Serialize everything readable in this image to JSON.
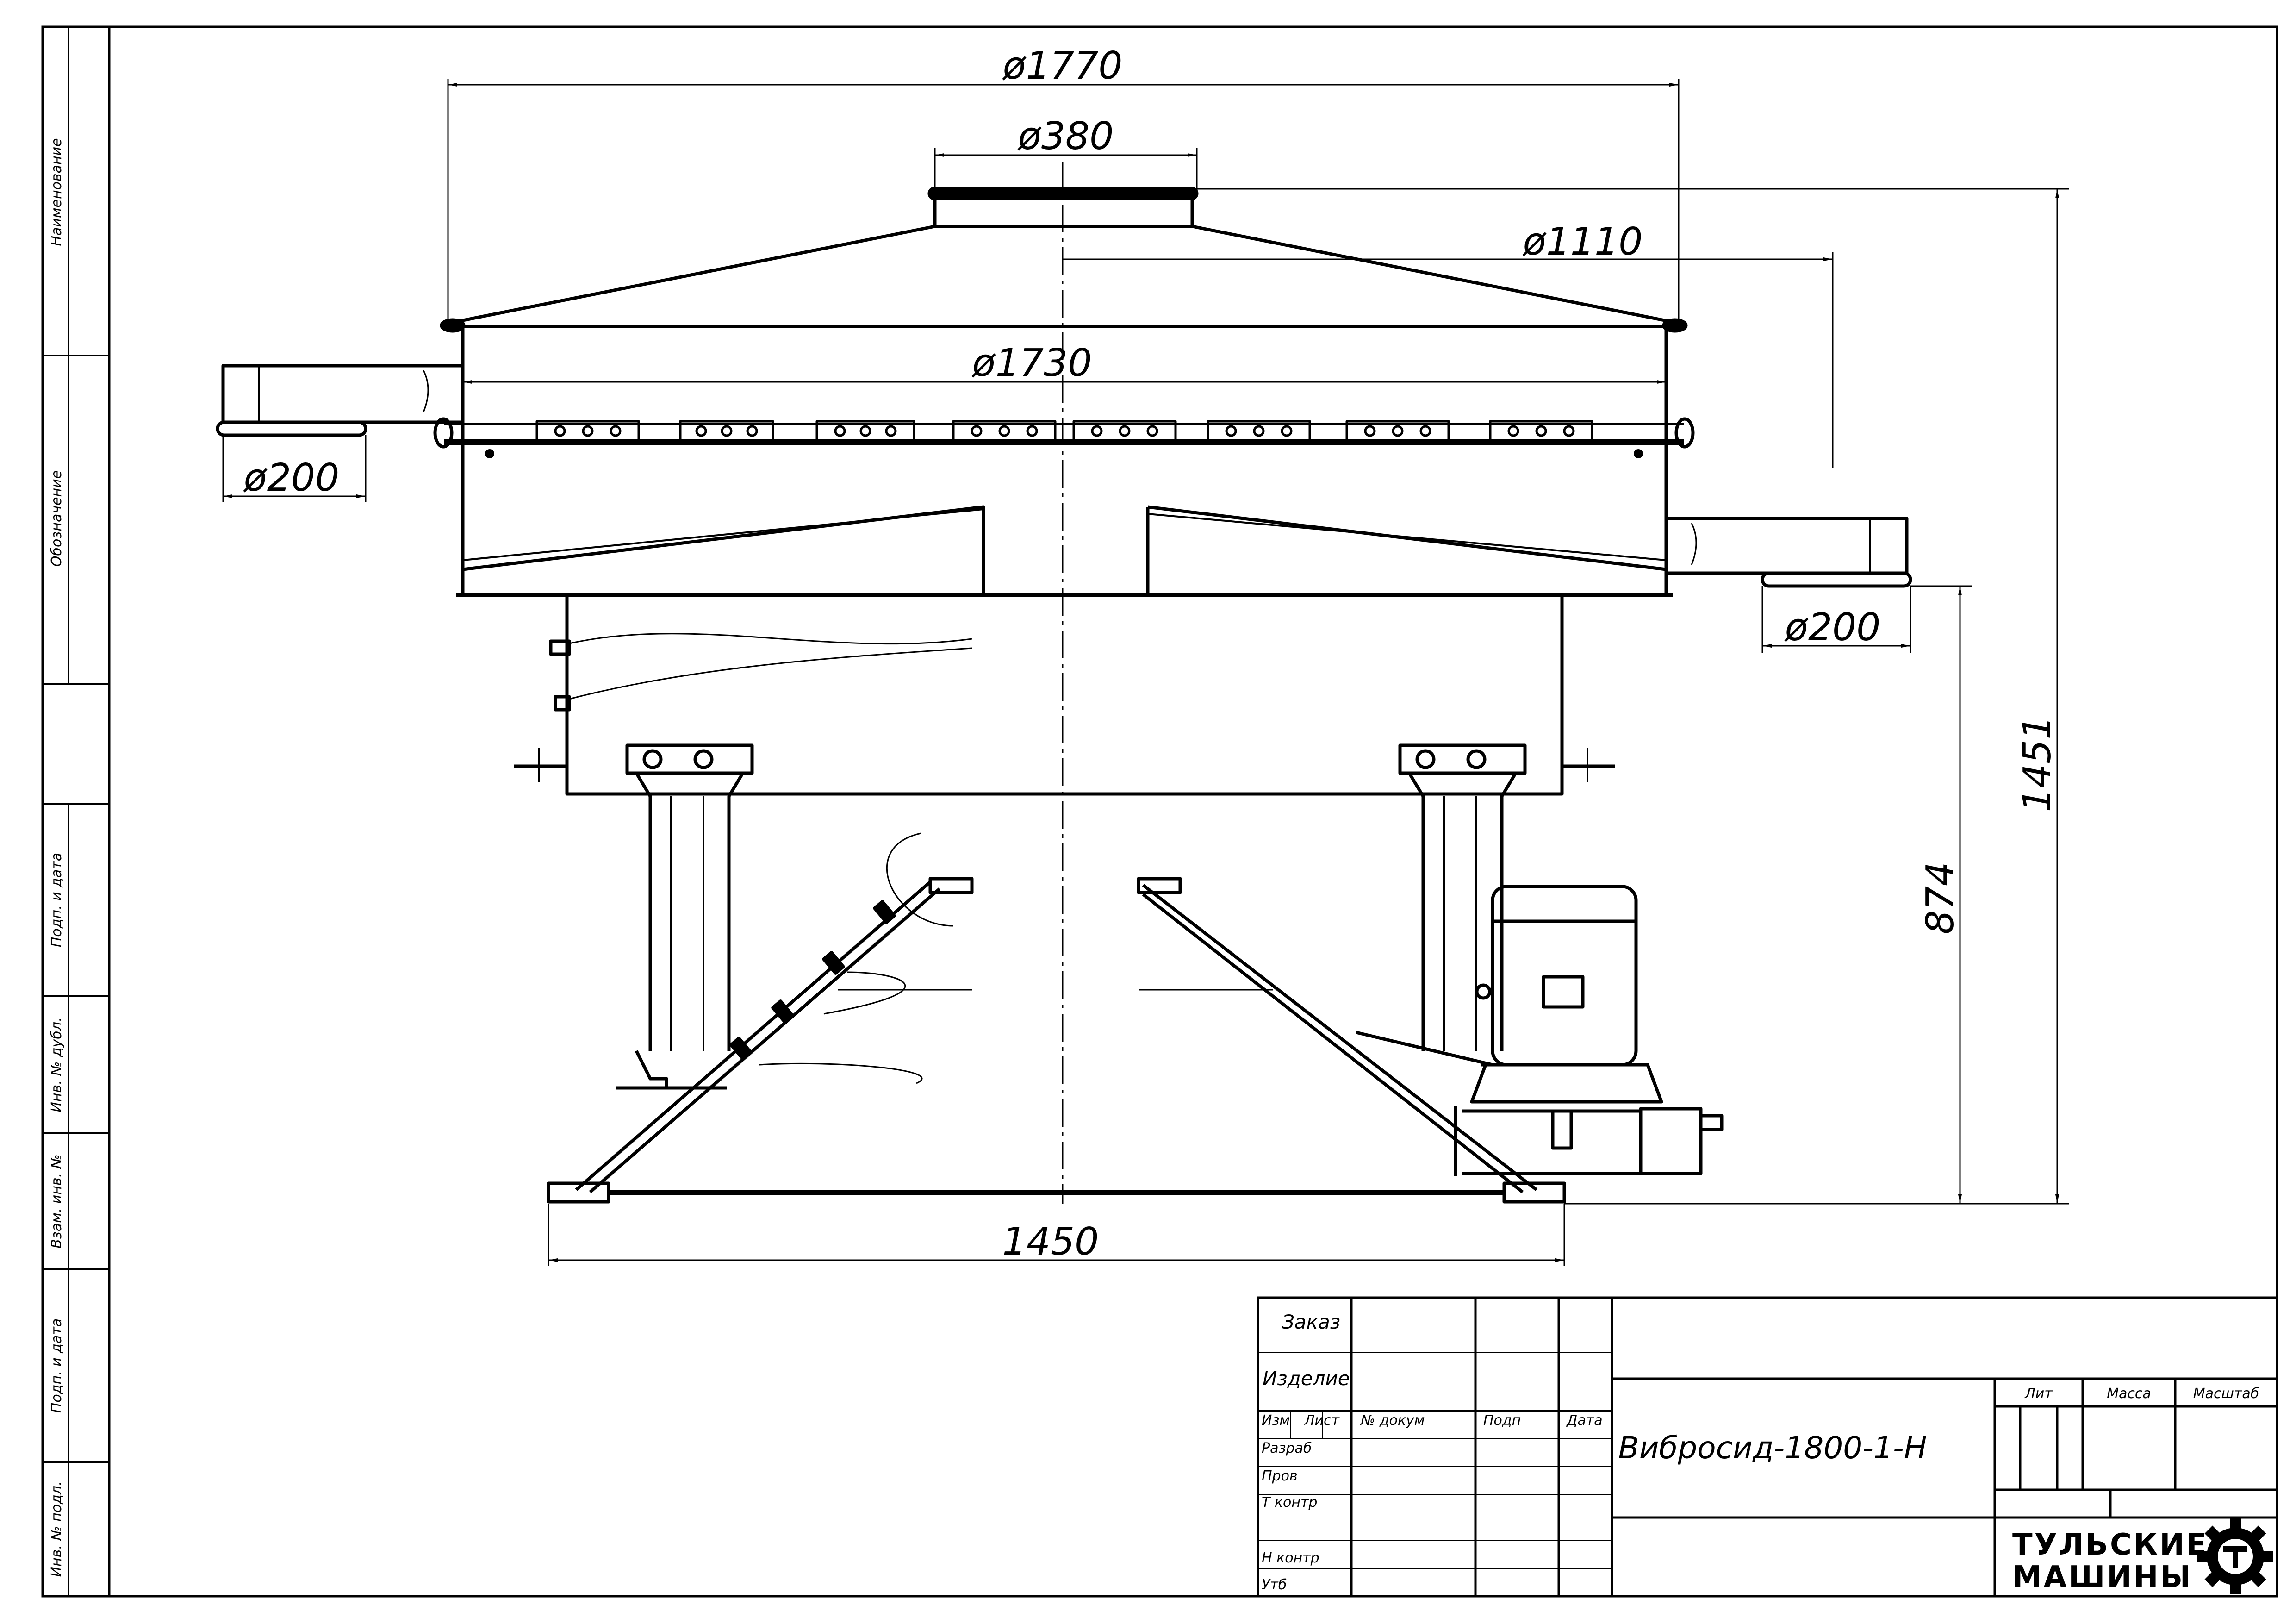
{
  "drawing": {
    "dimensions": {
      "d_top_outer": "ø1770",
      "d_inlet": "ø380",
      "d_cover": "ø1110",
      "d_body": "ø1730",
      "d_outlet_left": "ø200",
      "d_outlet_right": "ø200",
      "overall_height": "1451",
      "outlet_height": "874",
      "base_width": "1450"
    }
  },
  "side_strip": {
    "labels": [
      "Наименование",
      "Обозначение",
      "Подп. и дата",
      "Инв. № дубл.",
      "Взам. инв. №",
      "Подп. и дата",
      "Инв. № подл."
    ]
  },
  "title_block": {
    "order_label": "Заказ",
    "product_label": "Изделие",
    "col_izm": "Изм",
    "col_list": "Лист",
    "col_doc": "№ докум",
    "col_sign": "Подп",
    "col_date": "Дата",
    "row_razrab": "Разраб",
    "row_prov": "Пров",
    "row_tkontr": "Т контр",
    "row_nkontr": "Н контр",
    "row_utv": "Утб",
    "designation": "Вибросид-1800-1-Н",
    "lit_label": "Лит",
    "mass_label": "Масса",
    "scale_label": "Масштаб",
    "brand_line1": "ТУЛЬСКИЕ",
    "brand_line2": "МАШИНЫ",
    "logo_icon": "gear-logo-icon"
  }
}
